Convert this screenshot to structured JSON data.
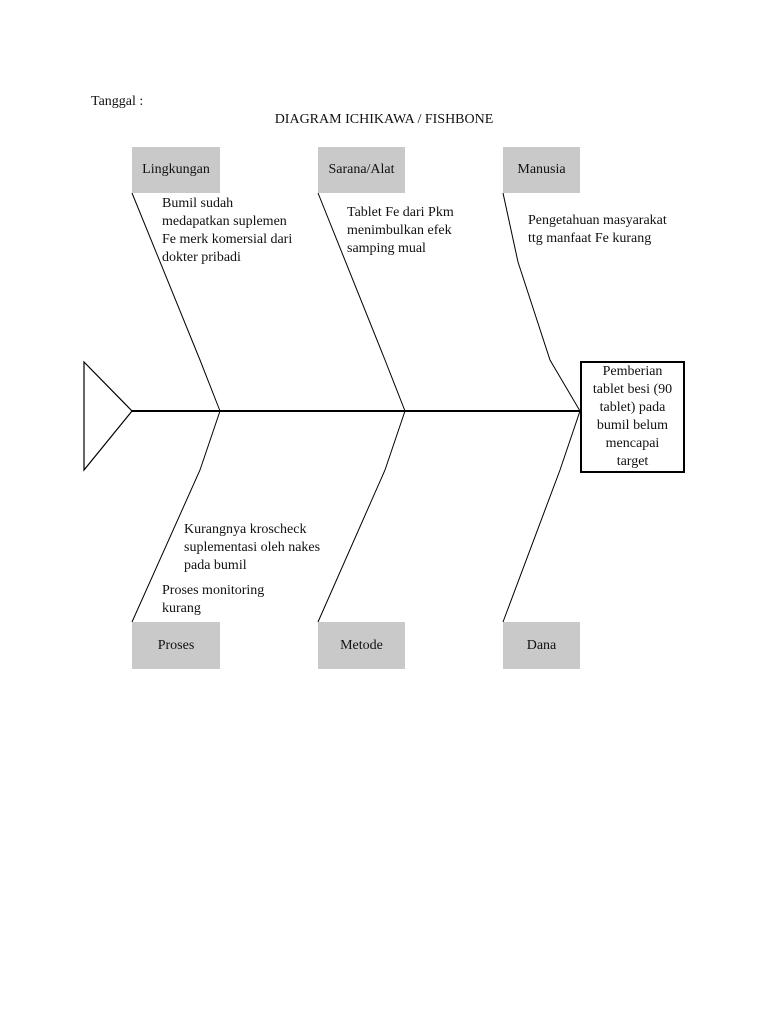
{
  "header": {
    "date_label": "Tanggal :",
    "title": "DIAGRAM ICHIKAWA / FISHBONE"
  },
  "problem": "Pemberian\ntablet besi (90\ntablet) pada\nbumil belum\nmencapai\ntarget",
  "categories": {
    "lingkungan": "Lingkungan",
    "sarana": "Sarana/Alat",
    "manusia": "Manusia",
    "proses": "Proses",
    "metode": "Metode",
    "dana": "Dana"
  },
  "causes": {
    "lingkungan": "Bumil sudah\nmedapatkan suplemen\nFe merk komersial dari\ndokter pribadi",
    "sarana": "Tablet Fe dari Pkm\nmenimbulkan efek\nsamping mual",
    "manusia": "Pengetahuan masyarakat\nttg manfaat Fe kurang",
    "proses_1": "Kurangnya kroscheck\nsuplementasi oleh nakes\npada bumil",
    "proses_2": "Proses monitoring\nkurang"
  }
}
